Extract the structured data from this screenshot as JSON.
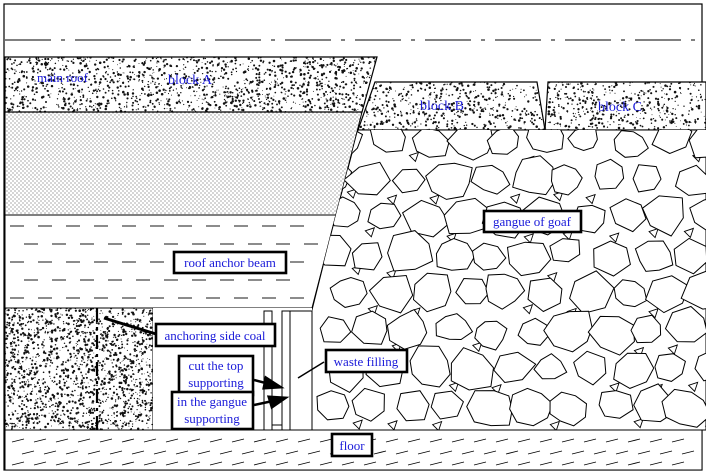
{
  "diagram": {
    "labels": {
      "main_roof": "main roof",
      "block_a": "block A",
      "block_b": "block B",
      "block_c": "block C",
      "gangue_of_goaf": "gangue of goaf",
      "roof_anchor_beam": "roof anchor beam",
      "anchoring_side_coal": "anchoring side coal",
      "waste_filling": "waste filling",
      "cut_the_top_line1": "cut the top",
      "cut_the_top_line2": "supporting",
      "in_the_gangue_line1": "in the gangue",
      "in_the_gangue_line2": "supporting",
      "floor": "floor"
    },
    "colors": {
      "label_text": "#1a1ad9",
      "lines": "#000000",
      "background": "#ffffff"
    }
  }
}
